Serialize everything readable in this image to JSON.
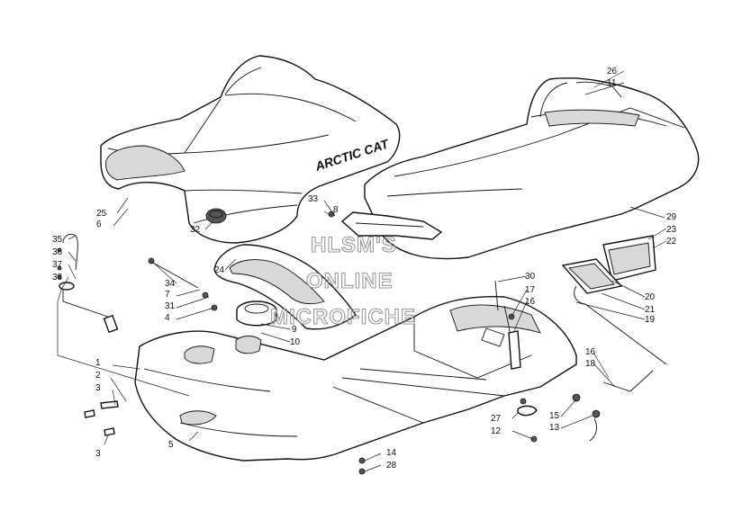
{
  "brand_text": "ARCTIC CAT",
  "watermark": [
    "HLSM'S",
    "ONLINE",
    "MICROFICHE"
  ],
  "callouts": [
    "1",
    "2",
    "3",
    "3",
    "4",
    "5",
    "6",
    "7",
    "8",
    "9",
    "10",
    "11",
    "12",
    "13",
    "14",
    "15",
    "16",
    "16",
    "17",
    "18",
    "19",
    "20",
    "21",
    "22",
    "23",
    "24",
    "25",
    "26",
    "27",
    "28",
    "29",
    "30",
    "31",
    "32",
    "33",
    "34",
    "35",
    "36",
    "37",
    "38"
  ]
}
